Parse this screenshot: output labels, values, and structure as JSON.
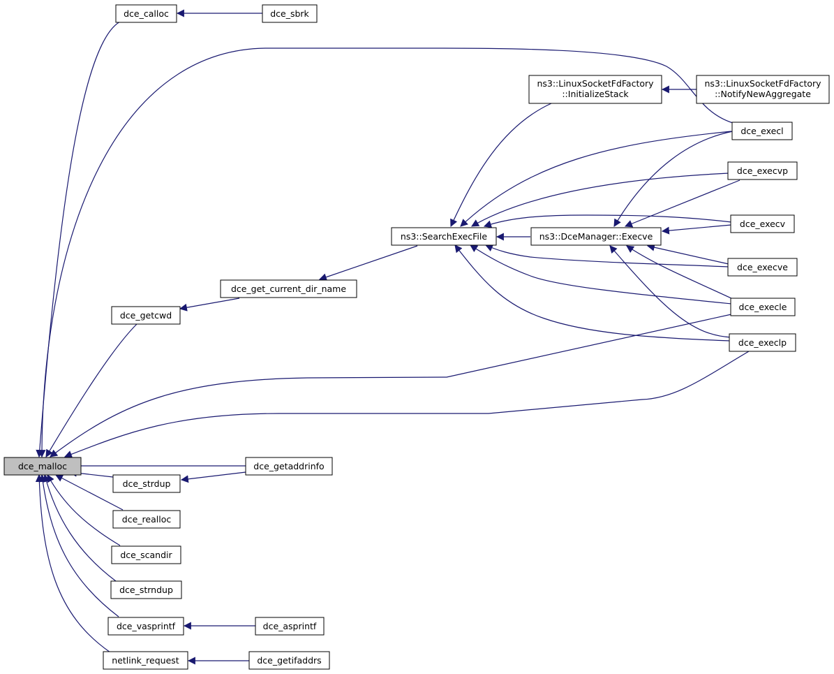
{
  "nodes": {
    "dce_malloc": {
      "lines": [
        "dce_malloc"
      ],
      "current": true
    },
    "dce_calloc": {
      "lines": [
        "dce_calloc"
      ]
    },
    "dce_sbrk": {
      "lines": [
        "dce_sbrk"
      ]
    },
    "dce_getcwd": {
      "lines": [
        "dce_getcwd"
      ]
    },
    "dce_get_current_dir_name": {
      "lines": [
        "dce_get_current_dir_name"
      ]
    },
    "search_exec_file": {
      "lines": [
        "ns3::SearchExecFile"
      ]
    },
    "linux_initialize_stack": {
      "lines": [
        "ns3::LinuxSocketFdFactory",
        "::InitializeStack"
      ]
    },
    "linux_notify_new_aggregate": {
      "lines": [
        "ns3::LinuxSocketFdFactory",
        "::NotifyNewAggregate"
      ]
    },
    "dce_manager_execve": {
      "lines": [
        "ns3::DceManager::Execve"
      ]
    },
    "dce_execl": {
      "lines": [
        "dce_execl"
      ]
    },
    "dce_execvp": {
      "lines": [
        "dce_execvp"
      ]
    },
    "dce_execv": {
      "lines": [
        "dce_execv"
      ]
    },
    "dce_execve": {
      "lines": [
        "dce_execve"
      ]
    },
    "dce_execle": {
      "lines": [
        "dce_execle"
      ]
    },
    "dce_execlp": {
      "lines": [
        "dce_execlp"
      ]
    },
    "dce_getaddrinfo": {
      "lines": [
        "dce_getaddrinfo"
      ]
    },
    "dce_strdup": {
      "lines": [
        "dce_strdup"
      ]
    },
    "dce_realloc": {
      "lines": [
        "dce_realloc"
      ]
    },
    "dce_scandir": {
      "lines": [
        "dce_scandir"
      ]
    },
    "dce_strndup": {
      "lines": [
        "dce_strndup"
      ]
    },
    "dce_vasprintf": {
      "lines": [
        "dce_vasprintf"
      ]
    },
    "dce_asprintf": {
      "lines": [
        "dce_asprintf"
      ]
    },
    "netlink_request": {
      "lines": [
        "netlink_request"
      ]
    },
    "dce_getifaddrs": {
      "lines": [
        "dce_getifaddrs"
      ]
    }
  },
  "edges": [
    {
      "from": "dce_sbrk",
      "to": "dce_calloc"
    },
    {
      "from": "dce_calloc",
      "to": "dce_malloc"
    },
    {
      "from": "dce_execl",
      "to": "dce_malloc"
    },
    {
      "from": "dce_get_current_dir_name",
      "to": "dce_getcwd"
    },
    {
      "from": "search_exec_file",
      "to": "dce_get_current_dir_name"
    },
    {
      "from": "dce_getcwd",
      "to": "dce_malloc"
    },
    {
      "from": "dce_execle",
      "to": "dce_malloc"
    },
    {
      "from": "dce_execlp",
      "to": "dce_malloc"
    },
    {
      "from": "dce_getaddrinfo",
      "to": "dce_malloc"
    },
    {
      "from": "dce_getaddrinfo",
      "to": "dce_strdup"
    },
    {
      "from": "dce_strdup",
      "to": "dce_malloc"
    },
    {
      "from": "dce_realloc",
      "to": "dce_malloc"
    },
    {
      "from": "dce_scandir",
      "to": "dce_malloc"
    },
    {
      "from": "dce_strndup",
      "to": "dce_malloc"
    },
    {
      "from": "dce_vasprintf",
      "to": "dce_malloc"
    },
    {
      "from": "dce_asprintf",
      "to": "dce_vasprintf"
    },
    {
      "from": "netlink_request",
      "to": "dce_malloc"
    },
    {
      "from": "dce_getifaddrs",
      "to": "netlink_request"
    },
    {
      "from": "linux_notify_new_aggregate",
      "to": "linux_initialize_stack"
    },
    {
      "from": "linux_initialize_stack",
      "to": "search_exec_file"
    },
    {
      "from": "dce_manager_execve",
      "to": "search_exec_file"
    },
    {
      "from": "dce_execl",
      "to": "search_exec_file"
    },
    {
      "from": "dce_execvp",
      "to": "search_exec_file"
    },
    {
      "from": "dce_execv",
      "to": "search_exec_file"
    },
    {
      "from": "dce_execve",
      "to": "search_exec_file"
    },
    {
      "from": "dce_execle",
      "to": "search_exec_file"
    },
    {
      "from": "dce_execlp",
      "to": "search_exec_file"
    },
    {
      "from": "dce_execl",
      "to": "dce_manager_execve"
    },
    {
      "from": "dce_execvp",
      "to": "dce_manager_execve"
    },
    {
      "from": "dce_execv",
      "to": "dce_manager_execve"
    },
    {
      "from": "dce_execve",
      "to": "dce_manager_execve"
    },
    {
      "from": "dce_execle",
      "to": "dce_manager_execve"
    },
    {
      "from": "dce_execlp",
      "to": "dce_manager_execve"
    }
  ],
  "colors": {
    "edge": "#191970",
    "current_fill": "#bfbfbf",
    "node_fill": "#ffffff",
    "node_stroke": "#000000"
  }
}
